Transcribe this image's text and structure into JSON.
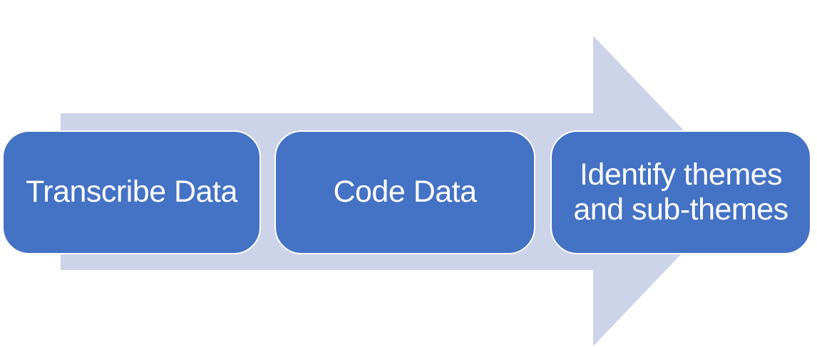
{
  "diagram": {
    "kind": "basic-process-arrow",
    "direction": "right",
    "steps": [
      {
        "label": "Transcribe Data"
      },
      {
        "label": "Code Data"
      },
      {
        "label": "Identify themes and sub-themes"
      }
    ]
  },
  "colors": {
    "step_fill": "#4472C4",
    "step_text": "#FFFFFF",
    "step_border": "#FFFFFF",
    "arrow_fill": "#CDD3E8",
    "background": "#FFFFFF"
  }
}
